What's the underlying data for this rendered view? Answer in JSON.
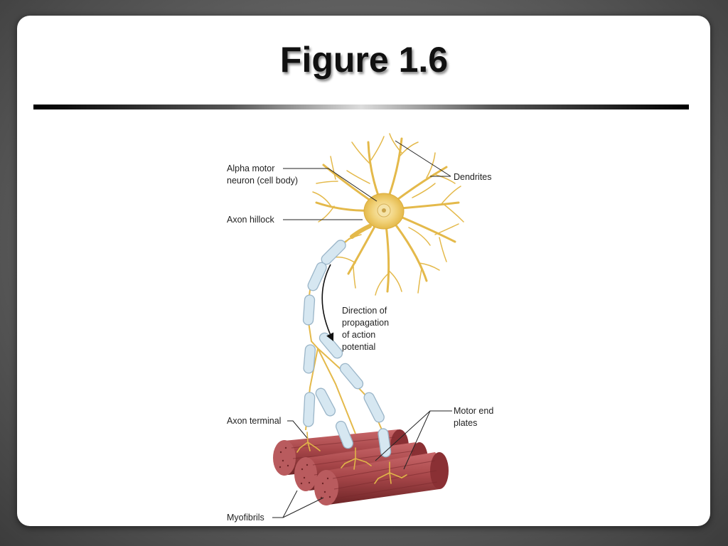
{
  "slide": {
    "title": "Figure 1.6"
  },
  "figure": {
    "labels": {
      "alpha_motor_line1": "Alpha motor",
      "alpha_motor_line2": "neuron (cell body)",
      "axon_hillock": "Axon hillock",
      "dendrites": "Dendrites",
      "direction_line1": "Direction of",
      "direction_line2": "propagation",
      "direction_line3": "of action",
      "direction_line4": "potential",
      "axon_terminal": "Axon terminal",
      "motor_end_line1": "Motor end",
      "motor_end_line2": "plates",
      "myofibrils": "Myofibrils"
    },
    "colors": {
      "neuron": "#e4b94a",
      "myelin": "#d6e7f1",
      "muscle": "#9b3b3e"
    }
  }
}
